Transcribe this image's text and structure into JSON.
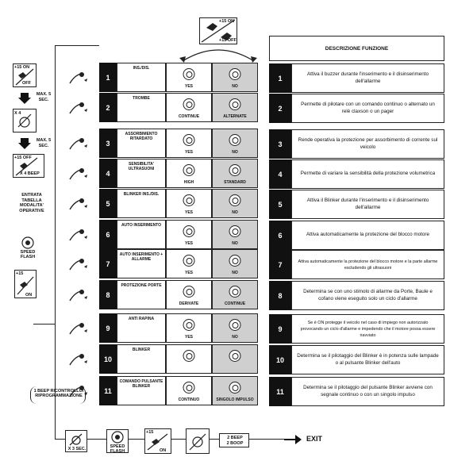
{
  "header": {
    "toggle_on": "+15 ON",
    "toggle_off": "+15 OFF",
    "description_title": "DESCRIZIONE FUNZIONE"
  },
  "left_steps": {
    "step1_on": "+15 ON",
    "step1_off": "OFF",
    "wait1": "MAX. 5 SEC.",
    "wait1_x": "X 4",
    "wait2": "MAX. 5 SEC.",
    "step3_off": "+15 OFF",
    "step3_beep": "X 4 BEEP",
    "entry_label": "ENTRATA TABELLA MODALITA' OPERATIVE",
    "speed_flash": "SPEED FLASH",
    "plus15": "+15",
    "on": "ON",
    "beep_label": "1 BEEP RICONTROLLO/ RIPROGRAMMAZIONE"
  },
  "rows": [
    {
      "num": "1",
      "func": "INS./DIS.",
      "opt1": "YES",
      "opt2": "NO",
      "desc": "Attiva il buzzer durante l'inserimento e il disinserimento dell'allarme",
      "small": false
    },
    {
      "num": "2",
      "func": "TROMBE",
      "opt1": "CONTINUE",
      "opt2": "ALTERNATE",
      "desc": "Permette di pilotare con un comando continuo o alternato un relè claxson o un pager",
      "small": false
    },
    {
      "num": "3",
      "func": "ASSORBIMENTO RITARDATO",
      "opt1": "YES",
      "opt2": "NO",
      "desc": "Rende operativa la protezione per assorbimento di corrente sul veicolo",
      "small": false
    },
    {
      "num": "4",
      "func": "SENSIBILITA' ULTRASUONI",
      "opt1": "HIGH",
      "opt2": "STANDARD",
      "desc": "Permette di variare la sensibilità della protezione volumetrica",
      "small": false
    },
    {
      "num": "5",
      "func": "BLINKER INS./DIS.",
      "opt1": "YES",
      "opt2": "NO",
      "desc": "Attiva il Blinker durante l'inserimento e il disinserimento dell'allarme",
      "small": false
    },
    {
      "num": "6",
      "func": "AUTO INSERIMENTO",
      "opt1": "YES",
      "opt2": "NO",
      "desc": "Attiva automaticamente la protezione del blocco motore",
      "small": false
    },
    {
      "num": "7",
      "func": "AUTO INSERIMENTO + ALLARME",
      "opt1": "YES",
      "opt2": "NO",
      "desc": "Attiva automaticamente la protezione del blocco motore e la parte allarme escludendo gli ultrasuoni",
      "small": true
    },
    {
      "num": "8",
      "func": "PROTEZIONE PORTE",
      "opt1": "DERIVATE",
      "opt2": "CONTINUE",
      "desc": "Determina se con uno stimolo di allarme da Porte, Baule e cofano viene eseguito solo un ciclo d'allarme",
      "small": false
    },
    {
      "num": "9",
      "func": "ANTI RAPINA",
      "opt1": "YES",
      "opt2": "NO",
      "desc": "Se è ON protegge il veicolo nel caso di impiego non autorizzato provocando un ciclo d'allarme e impedendo che il motore possa essere riavviato",
      "small": true
    },
    {
      "num": "10",
      "func": "BLINKER",
      "opt1": "",
      "opt2": "",
      "desc": "Determina se il pilotaggio del Blinker è in potenza sulle lampade o al pulsante Blinker dell'auto",
      "small": false
    },
    {
      "num": "11",
      "func": "COMANDO PULSANTE BLINKER",
      "opt1": "CONTINUO",
      "opt2": "SINGOLO IMPULSO",
      "desc": "Determina se il pilotaggio del pulsante Blinker avviene con segnale continuo o con un singolo impulso",
      "small": false
    }
  ],
  "footer": {
    "x3": "X 3 SEC.",
    "speed_flash": "SPEED FLASH",
    "plus15": "+15",
    "on": "ON",
    "beep2": "2 BEEP",
    "boop2": "2 BOOP",
    "exit": "EXIT"
  }
}
